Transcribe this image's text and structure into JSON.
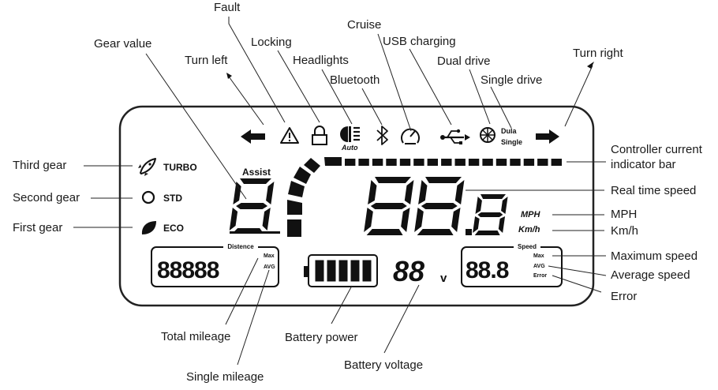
{
  "labels": {
    "gear_value": "Gear value",
    "fault": "Fault",
    "locking": "Locking",
    "cruise": "Cruise",
    "usb_charging": "USB charging",
    "dual_drive": "Dual drive",
    "turn_right": "Turn right",
    "turn_left": "Turn left",
    "headlights": "Headlights",
    "bluetooth": "Bluetooth",
    "single_drive": "Single drive",
    "third_gear": "Third gear",
    "second_gear": "Second gear",
    "first_gear": "First gear",
    "controller_current_line1": "Controller current",
    "controller_current_line2": "indicator bar",
    "real_time_speed": "Real time speed",
    "mph": "MPH",
    "kmh": "Km/h",
    "maximum_speed": "Maximum speed",
    "average_speed": "Average speed",
    "error": "Error",
    "total_mileage": "Total mileage",
    "battery_power": "Battery power",
    "single_mileage": "Single mileage",
    "battery_voltage": "Battery voltage"
  },
  "display": {
    "turbo": "TURBO",
    "std": "STD",
    "eco": "ECO",
    "assist": "Assist",
    "gear_digit": "8",
    "speed_digits": "88",
    "speed_dot": ".",
    "speed_decimal": "8",
    "mph": "MPH",
    "kmh": "Km/h",
    "distance_title": "Distence",
    "odometer": "88888",
    "odo_max": "Max",
    "odo_avg": "AVG",
    "voltage": "88",
    "volt_unit": "v",
    "speed_box_title": "Speed",
    "speed_box_value": "88.8",
    "speed_max": "Max",
    "speed_avg": "AVG",
    "speed_error": "Error",
    "auto": "Auto",
    "dula": "Dula",
    "single": "Single"
  },
  "battery": {
    "bars_total": 5,
    "bars_lit": 5
  },
  "current_bar": {
    "segments_lit": 16
  },
  "icons": [
    "arrow-left-icon",
    "warning-triangle-icon",
    "padlock-icon",
    "headlight-icon",
    "bluetooth-icon",
    "speedometer-icon",
    "usb-icon",
    "wheel-icon",
    "arrow-right-icon",
    "rocket-icon",
    "circle-icon",
    "leaf-icon"
  ]
}
